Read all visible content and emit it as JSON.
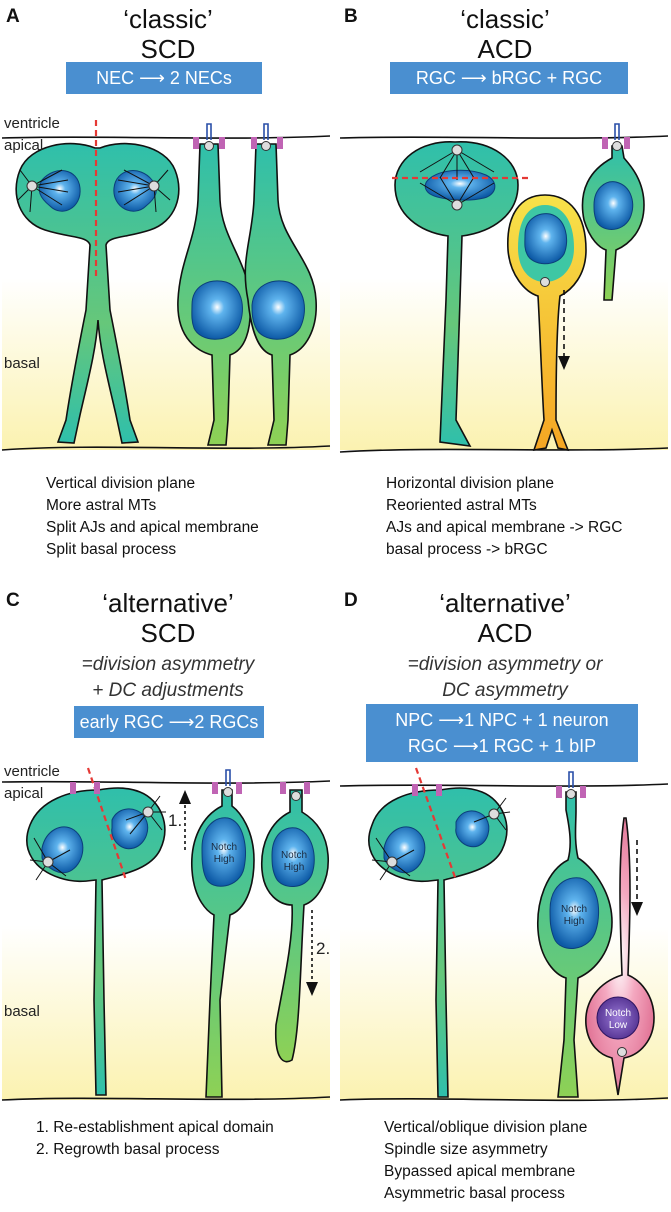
{
  "panels": [
    {
      "letter": "A",
      "title1": "‘classic’",
      "title2": "SCD",
      "box": [
        "NEC ⟶ 2 NECs"
      ],
      "notes": [
        "Vertical division plane",
        "More astral MTs",
        "Split AJs and apical membrane",
        "Split basal process"
      ]
    },
    {
      "letter": "B",
      "title1": "‘classic’",
      "title2": "ACD",
      "box": [
        "RGC ⟶ bRGC + RGC"
      ],
      "notes": [
        "Horizontal division plane",
        "Reoriented astral MTs",
        "AJs and apical membrane -> RGC",
        "basal process -> bRGC"
      ]
    },
    {
      "letter": "C",
      "title1": "‘alternative’",
      "title2": "SCD",
      "sub1": "=division asymmetry",
      "sub2": "+ DC adjustments",
      "box": [
        "early RGC ⟶2 RGCs"
      ],
      "notes": [
        "1. Re-establishment apical domain",
        "2. Regrowth basal process"
      ]
    },
    {
      "letter": "D",
      "title1": "‘alternative’",
      "title2": "ACD",
      "sub1": "=division asymmetry or",
      "sub2": "DC asymmetry",
      "box": [
        "NPC  ⟶1 NPC + 1 neuron",
        "RGC  ⟶1 RGC + 1 bIP"
      ],
      "notes": [
        "Vertical/oblique division plane",
        "Spindle size asymmetry",
        "Bypassed apical membrane",
        "Asymmetric basal process"
      ]
    }
  ],
  "side_labels": {
    "ventricle": "ventricle",
    "apical": "apical",
    "basal": "basal"
  },
  "cell_labels": {
    "notch_high": [
      "Notch",
      "High"
    ],
    "notch_low": [
      "Notch",
      "Low"
    ]
  },
  "arrow_labels": {
    "step1": "1.",
    "step2": "2."
  },
  "colors": {
    "box": "#4a8fd0",
    "cell": "#3cbf9e",
    "nucleus": "#1f7fcf",
    "division_plane": "#e53935",
    "junction": "#c064b4",
    "bRGC": "#f5c623",
    "neuron": "#e98aa6"
  }
}
